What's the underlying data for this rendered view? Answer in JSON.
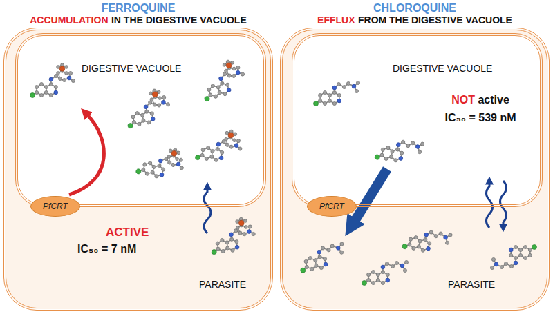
{
  "diagram": {
    "nodes": [
      {
        "text": [
          "FERROQUINE",
          "ACCUMULATION",
          "IN THE DIGESTIVE VACUOLE",
          "ACTIVE",
          "IC₅₀ = 7 nM",
          "PARASITE"
        ]
      },
      {
        "text": [
          "DIGESTIVE VACUOLE"
        ],
        "in": 0
      },
      {
        "text": [
          "PfCRT"
        ],
        "in": 1
      },
      {
        "text": [
          "CHLOROQUINE",
          "EFFLUX",
          "FROM THE DIGESTIVE VACUOLE",
          "PARASITE"
        ]
      },
      {
        "text": [
          "DIGESTIVE VACUOLE",
          "NOT",
          "active",
          "IC₅₀ = 539 nM"
        ],
        "in": 3
      },
      {
        "text": [
          "PfCRT"
        ],
        "in": 4
      }
    ]
  }
}
